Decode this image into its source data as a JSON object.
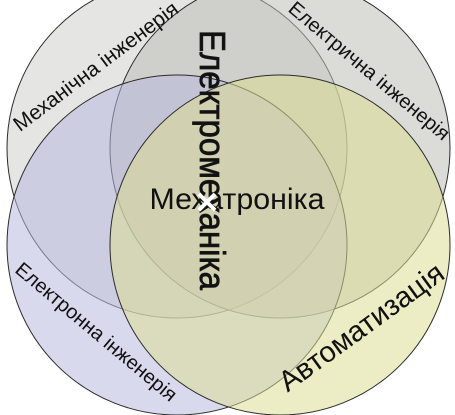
{
  "diagram": {
    "sets": [
      {
        "label": "Механічна інженерія",
        "color": "#cfcfcc"
      },
      {
        "label": "Електрична інженерія",
        "color": "#bdbdb8"
      },
      {
        "label": "Електронна інженерія",
        "color": "#b9b9e0"
      },
      {
        "label": "Автоматизація",
        "color": "#dcdc96"
      }
    ],
    "center_label": "Мехатроніка",
    "vertical_label": "Електромеханіка"
  }
}
